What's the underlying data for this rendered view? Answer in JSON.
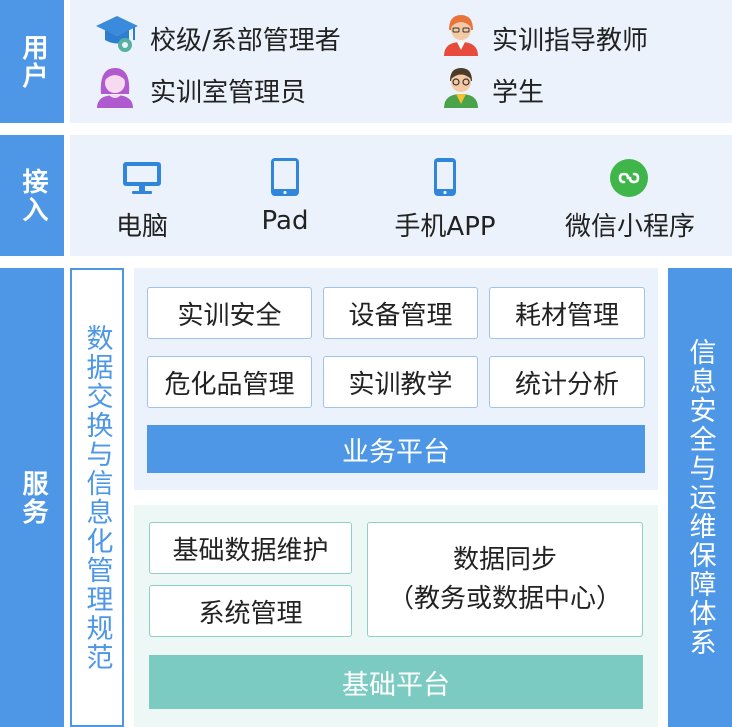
{
  "rows": {
    "user_label": "用户",
    "access_label": "接入",
    "service_label": "服务"
  },
  "users": [
    {
      "label": "校级/系部管理者",
      "icon": "graduation-cap-gear-icon"
    },
    {
      "label": "实训指导教师",
      "icon": "teacher-avatar-icon"
    },
    {
      "label": "实训室管理员",
      "icon": "female-admin-avatar-icon"
    },
    {
      "label": "学生",
      "icon": "student-avatar-icon"
    }
  ],
  "devices": [
    {
      "label": "电脑",
      "icon": "monitor-icon"
    },
    {
      "label": "Pad",
      "icon": "tablet-icon"
    },
    {
      "label": "手机APP",
      "icon": "phone-icon"
    },
    {
      "label": "微信小程序",
      "icon": "wechat-miniprogram-icon"
    }
  ],
  "left_vertical": "数据交换与信息化管理规范",
  "right_vertical": "信息安全与运维保障体系",
  "business": {
    "modules": [
      "实训安全",
      "设备管理",
      "耗材管理",
      "危化品管理",
      "实训教学",
      "统计分析"
    ],
    "platform": "业务平台"
  },
  "base": {
    "modules": [
      "基础数据维护",
      "系统管理"
    ],
    "sync_line1": "数据同步",
    "sync_line2": "（教务或数据中心）",
    "platform": "基础平台"
  },
  "colors": {
    "blue": "#4d97e6",
    "light_blue_bg": "#ebf2fb",
    "teal": "#7ccbc3",
    "light_teal_bg": "#edf7f5"
  }
}
